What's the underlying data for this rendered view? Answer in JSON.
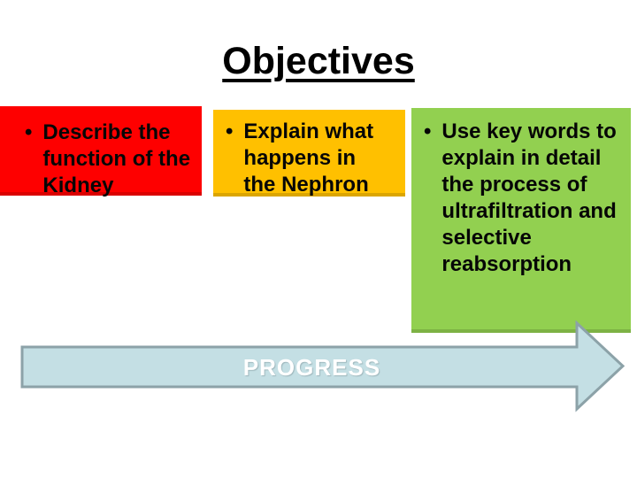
{
  "title": "Objectives",
  "objectives": [
    {
      "id": "kidney",
      "bullet": "•",
      "text": "Describe the\nfunction of the\nKidney",
      "bg": "#FE0000"
    },
    {
      "id": "nephron",
      "bullet": "•",
      "text": "Explain what\nhappens in\nthe Nephron",
      "bg": "#FFC000"
    },
    {
      "id": "keywords",
      "bullet": "•",
      "text": "Use key words to\nexplain in detail\nthe process of\nultrafiltration and\nselective\nreabsorption",
      "bg": "#92D050"
    }
  ],
  "progress_arrow": {
    "label": "PROGRESS",
    "fill": "#C4DFE4",
    "stroke": "#8CA2A8",
    "label_color": "#FFFFFF"
  }
}
